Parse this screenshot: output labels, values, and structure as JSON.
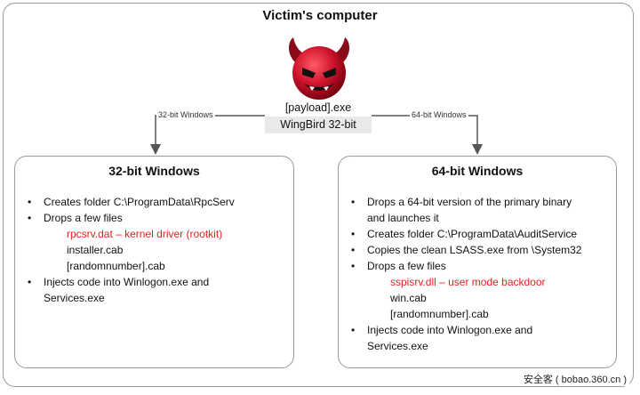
{
  "title": "Victim's computer",
  "payload": {
    "line1": "[payload].exe",
    "line2": "WingBird 32-bit",
    "icon": "devil-icon"
  },
  "arrows": {
    "left_label": "32-bit Windows",
    "right_label": "64-bit Windows"
  },
  "left_box": {
    "title": "32-bit Windows",
    "item1": "Creates folder C:\\ProgramData\\RpcServ",
    "item2": "Drops a few files",
    "item2_sub1": "rpcsrv.dat – kernel driver (rootkit)",
    "item2_sub2": "installer.cab",
    "item2_sub3": "[randomnumber].cab",
    "item3_line1": "Injects code into Winlogon.exe and",
    "item3_line2": "Services.exe"
  },
  "right_box": {
    "title": "64-bit Windows",
    "item1_line1": "Drops a 64-bit version of the primary binary",
    "item1_line2": "and launches it",
    "item2": "Creates folder C:\\ProgramData\\AuditService",
    "item3": "Copies the clean LSASS.exe from \\System32",
    "item4": "Drops a few files",
    "item4_sub1": "sspisrv.dll – user mode backdoor",
    "item4_sub2": "win.cab",
    "item4_sub3": "[randomnumber].cab",
    "item5_line1": "Injects code into Winlogon.exe and",
    "item5_line2": "Services.exe"
  },
  "watermark": "安全客 ( bobao.360.cn )",
  "colors": {
    "highlight": "#e62020",
    "border": "#9a9a9a",
    "devil_red": "#c8102e"
  }
}
